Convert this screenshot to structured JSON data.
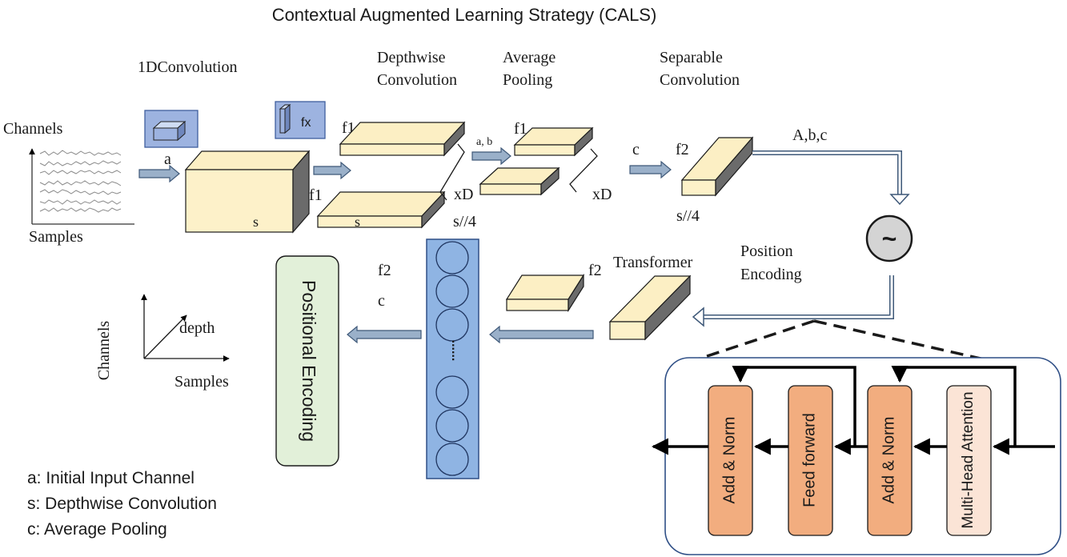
{
  "title": "Contextual Augmented Learning Strategy (CALS)",
  "stages": {
    "conv1d": "1DConvolution",
    "depthwise": [
      "Depthwise",
      "Convolution"
    ],
    "avgpool": [
      "Average",
      "Pooling"
    ],
    "separable": [
      "Separable",
      "Convolution"
    ],
    "transformer": "Transformer",
    "position_encoding": [
      "Position",
      "Encoding"
    ]
  },
  "eeg": {
    "y_label": "Channels",
    "x_label": "Samples"
  },
  "labels": {
    "a": "a",
    "s": "s",
    "f1": "f1",
    "fx": "fx",
    "ab_pair": "a,  b",
    "xD": "xD",
    "s4": "s//4",
    "c": "c",
    "f2": "f2",
    "abc": "A,b,c",
    "tilde": "~",
    "ellipsis": "......"
  },
  "axes_legend": {
    "y": "Channels",
    "x": "Samples",
    "z": "depth"
  },
  "output_block": "Positional Encoding",
  "encoder_blocks": [
    {
      "label": "Add & Norm",
      "color": "#f2ad7f"
    },
    {
      "label": "Feed forward",
      "color": "#f2ad7f"
    },
    {
      "label": "Add & Norm",
      "color": "#f2ad7f"
    },
    {
      "label": "Multi-Head Attention",
      "color": "#fbe4d6"
    }
  ],
  "legend": [
    "a: Initial Input Channel",
    "s: Depthwise Convolution",
    "c: Average Pooling"
  ],
  "colors": {
    "feature_map": "#fdf1c9",
    "arrow_fill": "#9ab0c9",
    "kernel_box": "#9db3e0",
    "neuron_column": "#8fb4e3",
    "positional_block": "#e2f0d9"
  }
}
